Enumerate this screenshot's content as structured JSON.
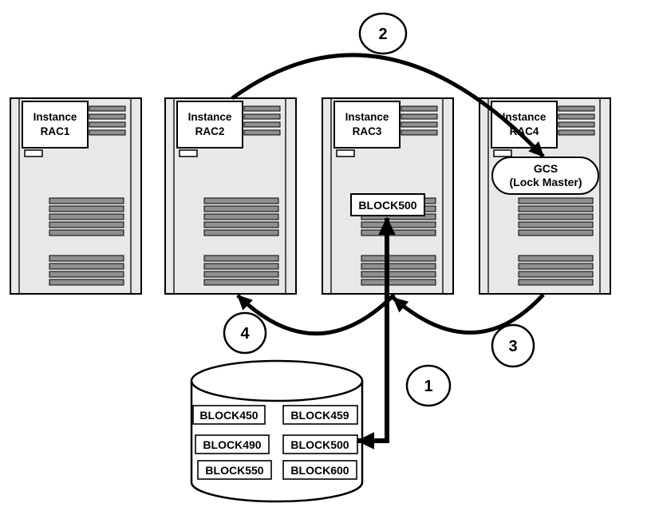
{
  "instances": [
    {
      "line1": "Instance",
      "line2": "RAC1"
    },
    {
      "line1": "Instance",
      "line2": "RAC2"
    },
    {
      "line1": "Instance",
      "line2": "RAC3"
    },
    {
      "line1": "Instance",
      "line2": "RAC4"
    }
  ],
  "rac3": {
    "block_label": "BLOCK500"
  },
  "gcs": {
    "line1": "GCS",
    "line2": "(Lock Master)"
  },
  "database": {
    "blocks": [
      "BLOCK450",
      "BLOCK459",
      "BLOCK490",
      "BLOCK500",
      "BLOCK550",
      "BLOCK600"
    ]
  },
  "steps": {
    "s1": "1",
    "s2": "2",
    "s3": "3",
    "s4": "4"
  },
  "colors": {
    "background": "#ffffff",
    "tower_fill": "#e8e8e8",
    "vent_fill": "#8f8f8f",
    "outline": "#000000"
  }
}
